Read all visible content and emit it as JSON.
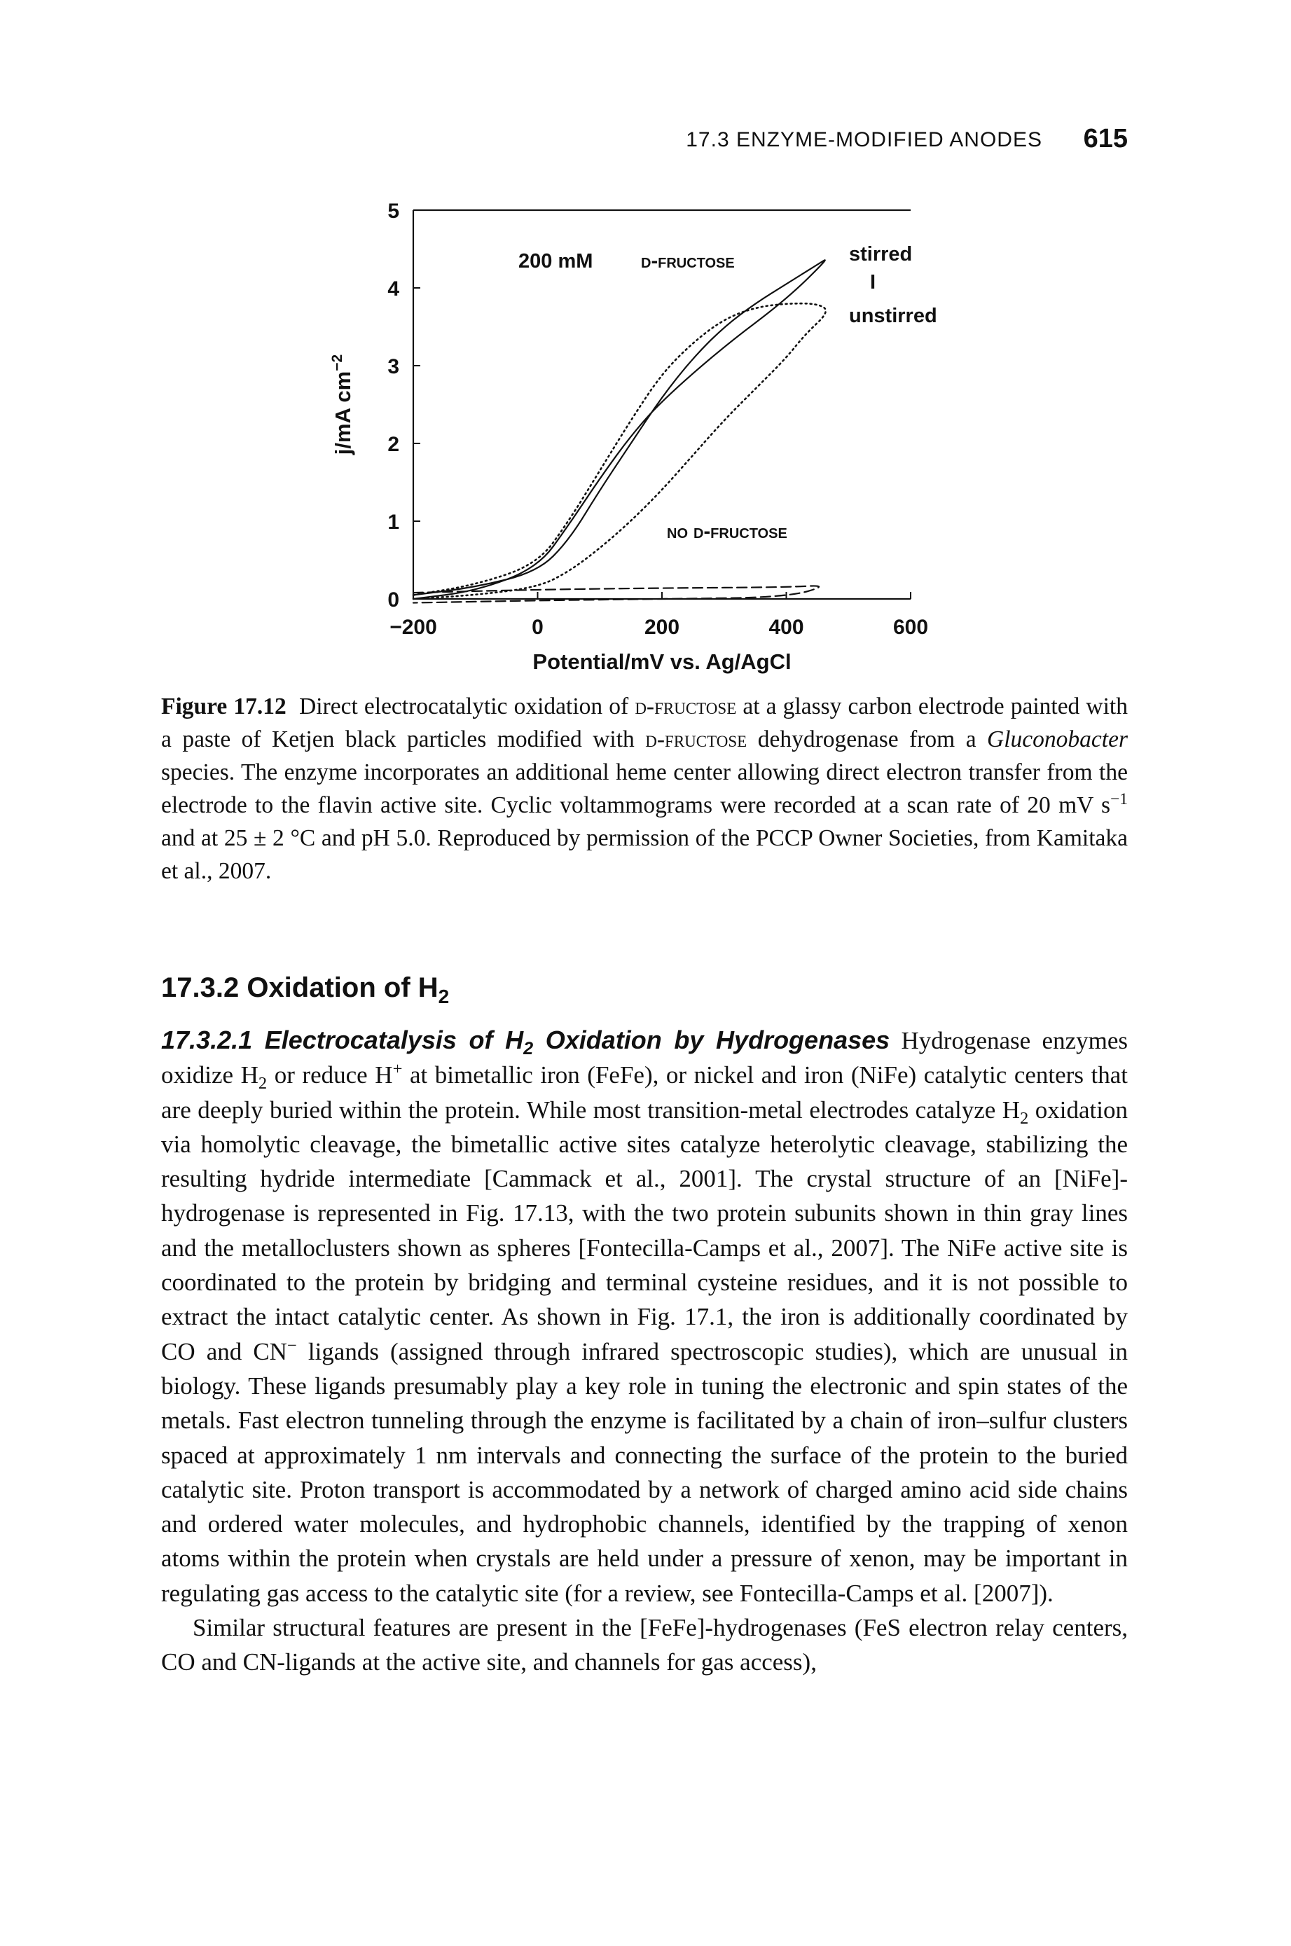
{
  "running_head": {
    "title": "17.3 ENZYME-MODIFIED ANODES",
    "page_number": "615"
  },
  "chart_data": {
    "type": "line",
    "xlabel": "Potential/mV vs. Ag/AgCl",
    "ylabel": "j/mA cm",
    "ylabel_sup": "−2",
    "xlim": [
      -200,
      600
    ],
    "ylim": [
      0,
      5
    ],
    "xticks": [
      "−200",
      "0",
      "200",
      "400",
      "600"
    ],
    "yticks": [
      "0",
      "1",
      "2",
      "3",
      "4",
      "5"
    ],
    "annotations": {
      "fructose": "200 mM",
      "fructose_name": "d-fructose",
      "stirred": "stirred",
      "bar": "I",
      "unstirred": "unstirred",
      "no_fructose": "no d-fructose"
    },
    "series": [
      {
        "style": "solid",
        "x": [
          -200,
          -100,
          0,
          50,
          100,
          150,
          200,
          250,
          300,
          350,
          400,
          450,
          470,
          400,
          300,
          200,
          150,
          100,
          50,
          0,
          -100,
          -200
        ],
        "y": [
          0.05,
          0.15,
          0.35,
          0.75,
          1.4,
          2.0,
          2.6,
          3.1,
          3.5,
          3.8,
          4.05,
          4.3,
          4.4,
          3.85,
          3.25,
          2.55,
          2.1,
          1.55,
          0.95,
          0.4,
          0.1,
          0.0
        ]
      },
      {
        "style": "dotted",
        "x": [
          -200,
          -100,
          0,
          50,
          100,
          150,
          200,
          250,
          300,
          350,
          400,
          450,
          470,
          430,
          400,
          350,
          300,
          250,
          200,
          150,
          100,
          50,
          0,
          -100,
          -200
        ],
        "y": [
          0.05,
          0.18,
          0.45,
          1.0,
          1.65,
          2.3,
          2.9,
          3.3,
          3.6,
          3.75,
          3.8,
          3.8,
          3.7,
          3.4,
          3.1,
          2.7,
          2.3,
          1.85,
          1.4,
          1.0,
          0.65,
          0.35,
          0.15,
          0.05,
          0.0
        ]
      },
      {
        "style": "dashed",
        "x": [
          -200,
          0,
          200,
          400,
          470,
          400,
          200,
          0,
          -200
        ],
        "y": [
          0.08,
          0.12,
          0.14,
          0.15,
          0.18,
          0.02,
          0.0,
          -0.02,
          -0.05
        ]
      }
    ]
  },
  "caption": {
    "label": "Figure 17.12",
    "part1": "Direct electrocatalytic oxidation of ",
    "dfru1": "d-fructose",
    "part2": " at a glassy carbon electrode painted with a paste of Ketjen black particles modified with ",
    "dfru2": "d-fructose",
    "part3": " dehydrogenase from a ",
    "genus": "Gluconobacter",
    "part4": " species. The enzyme incorporates an additional heme center allowing direct electron transfer from the electrode to the flavin active site. Cyclic voltammograms were recorded at a scan rate of 20 mV s",
    "sup1": "−1",
    "part5": " and at 25 ± 2 °C and pH 5.0. Reproduced by permission of the PCCP Owner Societies, from Kamitaka et al., 2007."
  },
  "section": {
    "number_title": "17.3.2 Oxidation of H",
    "sub": "2"
  },
  "body": {
    "subsection_title_a": "17.3.2.1 Electrocatalysis of H",
    "subsection_sub": "2",
    "subsection_title_b": " Oxidation by Hydrogenases",
    "p1_a": " Hydrogenase enzymes oxidize H",
    "p1_sub1": "2",
    "p1_b": " or reduce H",
    "p1_sup1": "+",
    "p1_c": " at bimetallic iron (FeFe), or nickel and iron (NiFe) catalytic centers that are deeply buried within the protein. While most transition-metal electrodes catalyze H",
    "p1_sub2": "2",
    "p1_d": " oxidation via homolytic cleavage, the bimetallic active sites catalyze heterolytic cleavage, stabilizing the resulting hydride intermediate [Cammack et al., 2001]. The crystal structure of an [NiFe]-hydrogenase is represented in Fig. 17.13, with the two protein subunits shown in thin gray lines and the metalloclusters shown as spheres [Fontecilla-Camps et al., 2007]. The NiFe active site is coordinated to the protein by bridging and terminal cysteine residues, and it is not possible to extract the intact catalytic center. As shown in Fig. 17.1, the iron is additionally coordinated by CO and CN",
    "p1_sup2": "−",
    "p1_e": " ligands (assigned through infrared spectroscopic studies), which are unusual in biology. These ligands presumably play a key role in tuning the electronic and spin states of the metals. Fast electron tunneling through the enzyme is facilitated by a chain of iron–sulfur clusters spaced at approximately 1 nm intervals and connecting the surface of the protein to the buried catalytic site. Proton transport is accommodated by a network of charged amino acid side chains and ordered water molecules, and hydrophobic channels, identified by the trapping of xenon atoms within the protein when crystals are held under a pressure of xenon, may be important in regulating gas access to the catalytic site (for a review, see Fontecilla-Camps et al. [2007]).",
    "p2": "Similar structural features are present in the [FeFe]-hydrogenases (FeS electron relay centers, CO and CN-ligands at the active site, and channels for gas access),"
  }
}
